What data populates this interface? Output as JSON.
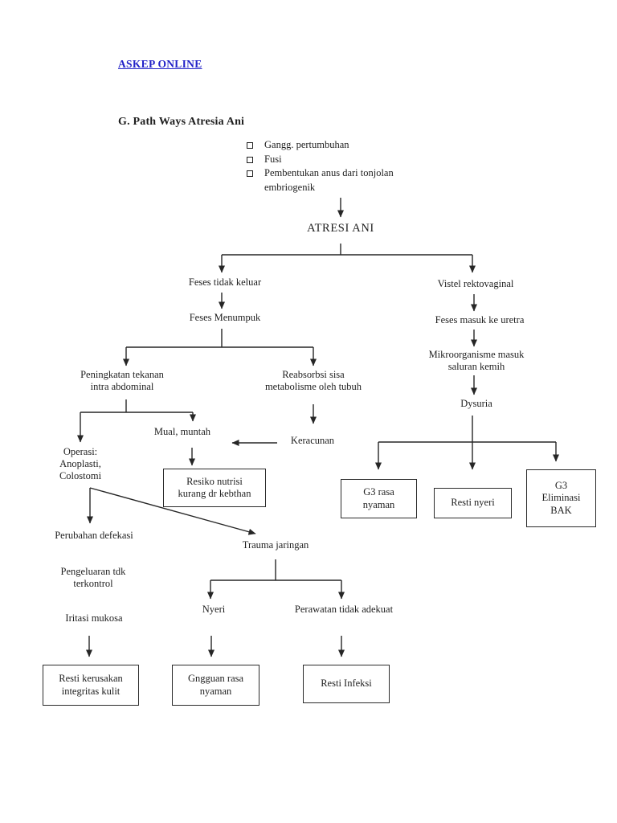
{
  "header": {
    "link": "ASKEP ONLINE",
    "heading": "G. Path Ways Atresia Ani"
  },
  "bullets": [
    "Gangg. pertumbuhan",
    "Fusi",
    "Pembentukan anus dari tonjolan\nembriogenik"
  ],
  "nodes": {
    "atresi_ani": "ATRESI ANI",
    "feses_tidak_keluar": "Feses tidak keluar",
    "vistel_rektovaginal": "Vistel rektovaginal",
    "feses_menumpuk": "Feses Menumpuk",
    "feses_masuk_uretra": "Feses masuk ke uretra",
    "peningkatan_tekanan": "Peningkatan tekanan\nintra abdominal",
    "reabsorbsi_sisa": "Reabsorbsi sisa\nmetabolisme oleh tubuh",
    "mikroorganisme": "Mikroorganisme masuk\nsaluran kemih",
    "dysuria": "Dysuria",
    "mual_muntah": "Mual, muntah",
    "keracunan": "Keracunan",
    "operasi": "Operasi:\nAnoplasti,\nColostomi",
    "perubahan_defekasi": "Perubahan defekasi",
    "trauma_jaringan": "Trauma jaringan",
    "pengeluaran_tdk": "Pengeluaran tdk\nterkontrol",
    "iritasi_mukosa": "Iritasi mukosa",
    "nyeri": "Nyeri",
    "perawatan_tidak_adekuat": "Perawatan tidak adekuat"
  },
  "boxes": {
    "resiko_nutrisi": "Resiko nutrisi\nkurang dr kebthan",
    "g3_rasa_nyaman": "G3 rasa\nnyaman",
    "resti_nyeri": "Resti nyeri",
    "g3_eliminasi_bak": "G3\nEliminasi\nBAK",
    "resti_kerusakan": "Resti kerusakan\nintegritas kulit",
    "gngguan_rasa_nyaman": "Gngguan rasa\nnyaman",
    "resti_infeksi": "Resti Infeksi"
  },
  "colors": {
    "link_blue": "#2222c8",
    "ink": "#1e1e1e",
    "line": "#262626",
    "page_background": "#ffffff"
  }
}
